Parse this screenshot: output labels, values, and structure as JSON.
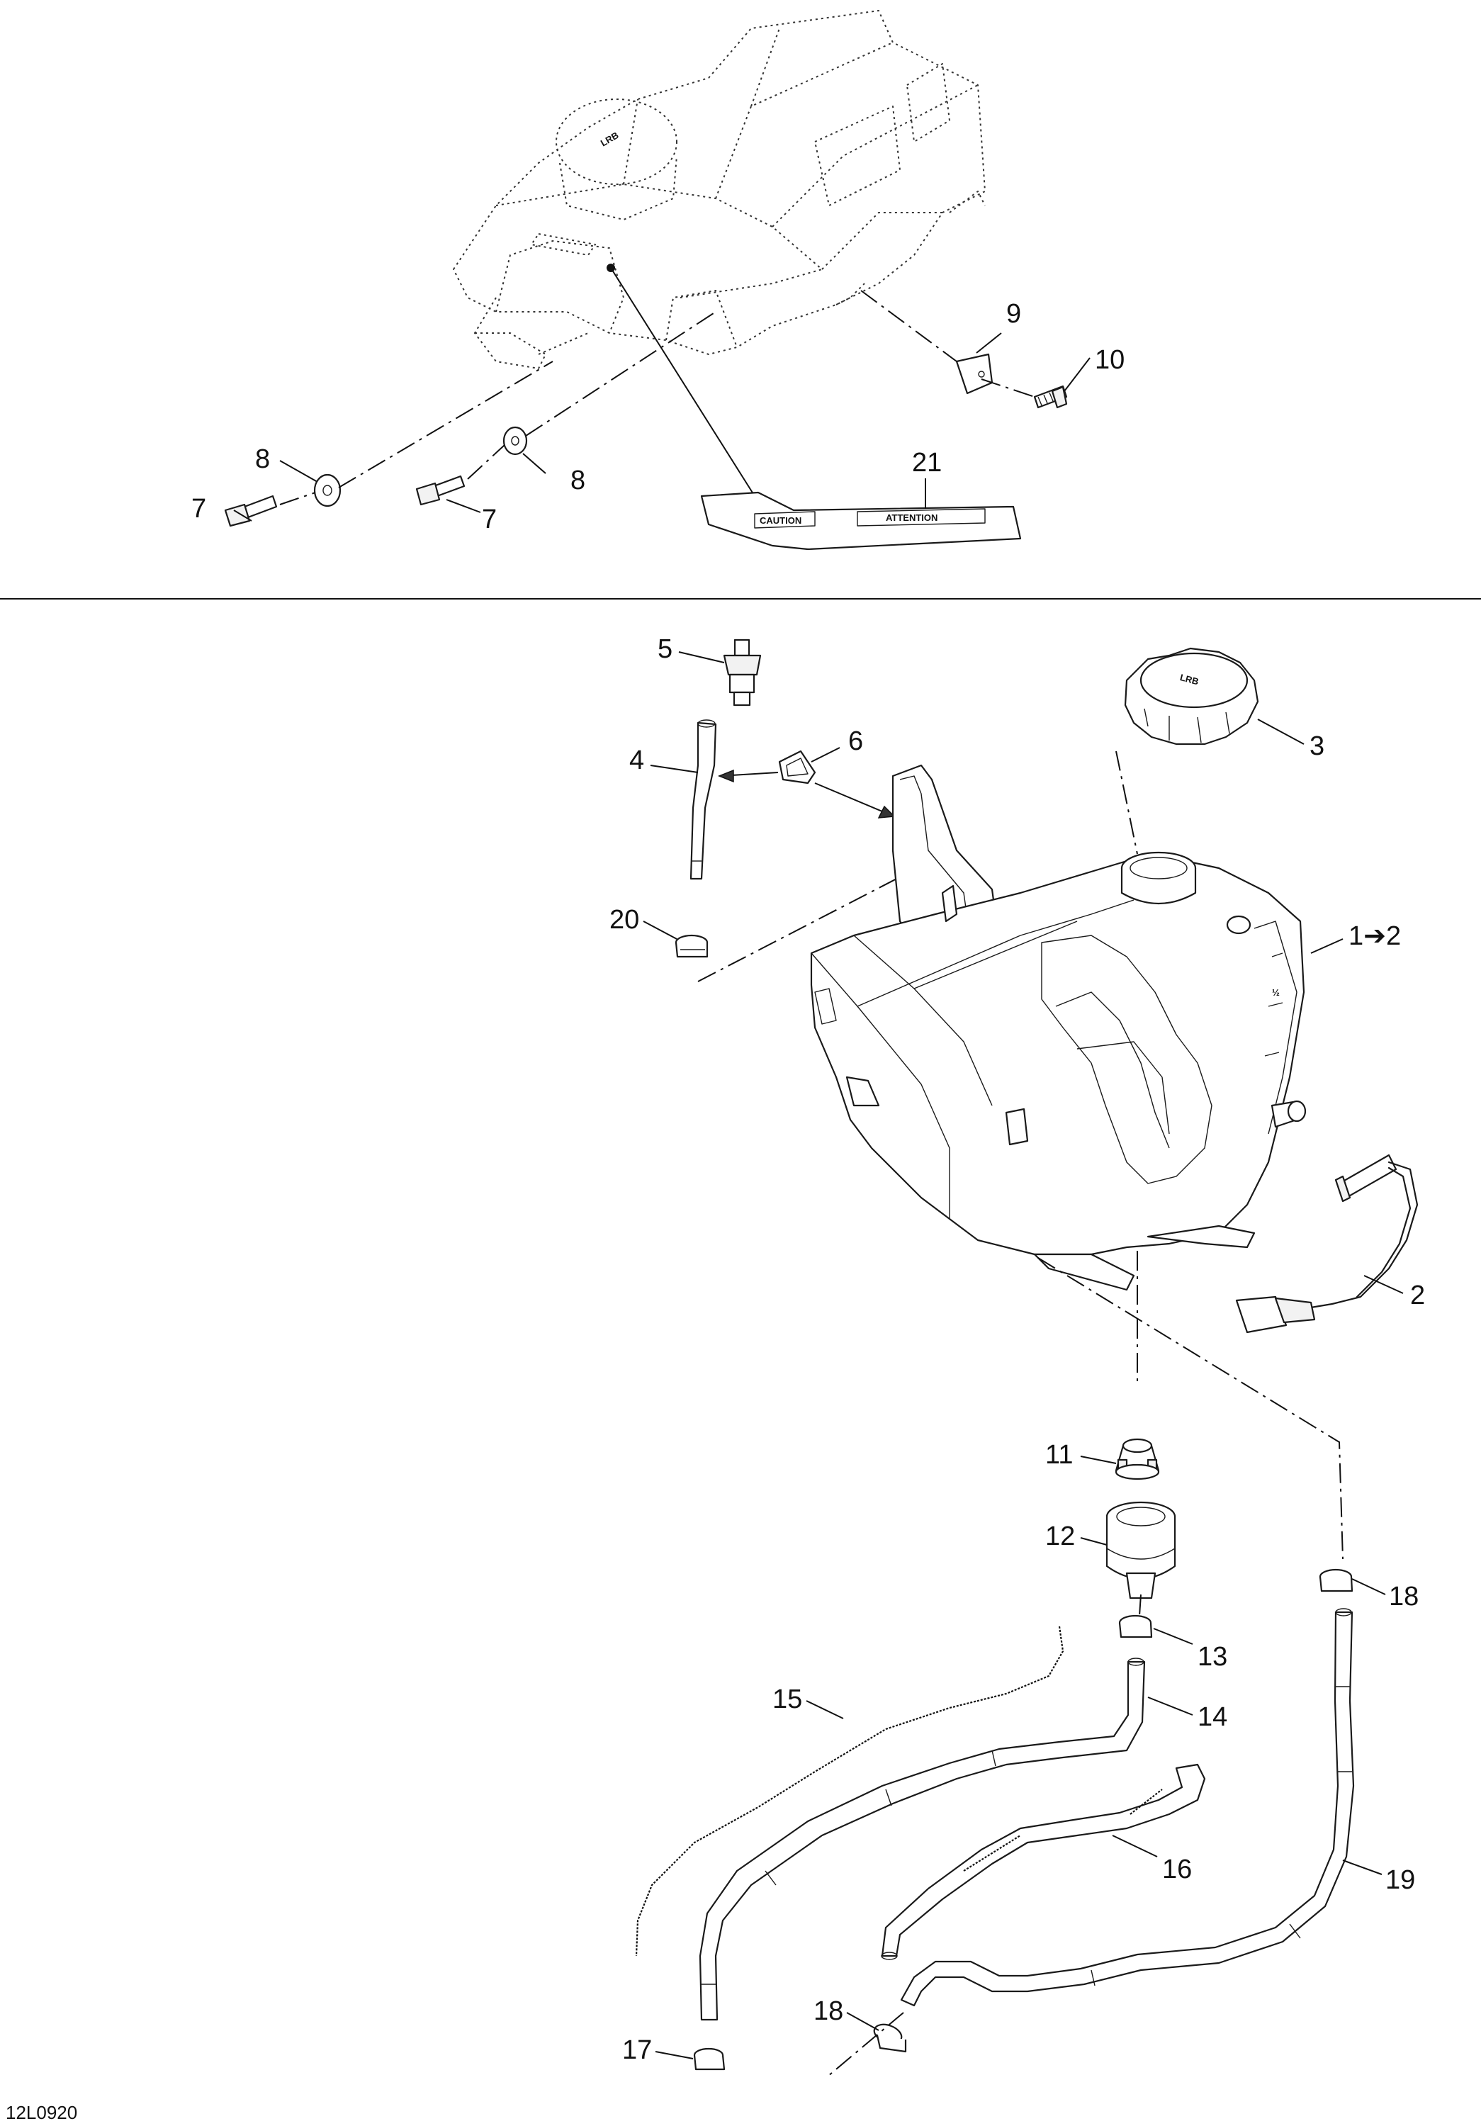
{
  "figure_code": "12L0920",
  "callouts": [
    {
      "id": "7a",
      "text": "7"
    },
    {
      "id": "8a",
      "text": "8"
    },
    {
      "id": "7b",
      "text": "7"
    },
    {
      "id": "8b",
      "text": "8"
    },
    {
      "id": "9",
      "text": "9"
    },
    {
      "id": "10",
      "text": "10"
    },
    {
      "id": "21",
      "text": "21"
    },
    {
      "id": "5",
      "text": "5"
    },
    {
      "id": "4",
      "text": "4"
    },
    {
      "id": "6",
      "text": "6"
    },
    {
      "id": "3",
      "text": "3"
    },
    {
      "id": "20",
      "text": "20"
    },
    {
      "id": "1",
      "text": "1➔2"
    },
    {
      "id": "2",
      "text": "2"
    },
    {
      "id": "11",
      "text": "11"
    },
    {
      "id": "12",
      "text": "12"
    },
    {
      "id": "13",
      "text": "13"
    },
    {
      "id": "14",
      "text": "14"
    },
    {
      "id": "15",
      "text": "15"
    },
    {
      "id": "16",
      "text": "16"
    },
    {
      "id": "18a",
      "text": "18"
    },
    {
      "id": "18b",
      "text": "18"
    },
    {
      "id": "19",
      "text": "19"
    },
    {
      "id": "17",
      "text": "17"
    }
  ],
  "decal": {
    "caution": "CAUTION",
    "attention": "ATTENTION"
  }
}
